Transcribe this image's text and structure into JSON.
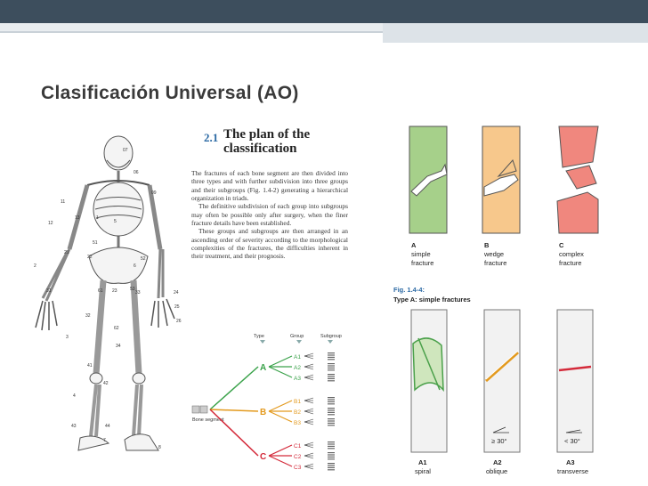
{
  "slide_title": "Clasificación Universal (AO)",
  "doc": {
    "section_number": "2.1",
    "section_title": "The plan of the classification",
    "paragraphs": [
      "The fractures of each bone segment are then divided into three types and with further subdivision into three groups and their subgroups (Fig. 1.4-2) generating a hierarchical organization in triads.",
      "The definitive subdivision of each group into subgroups may often be possible only after surgery, when the finer fracture details have been established.",
      "These groups and subgroups are then arranged in an ascending order of severity according to the morphological complexities of the fractures, the difficulties inherent in their treatment, and their prognosis."
    ]
  },
  "tree": {
    "headers": [
      "Type",
      "Group",
      "Subgroup"
    ],
    "root_label": "Bone segment",
    "types": [
      "A",
      "B",
      "C"
    ],
    "groups": [
      "A1",
      "A2",
      "A3",
      "B1",
      "B2",
      "B3",
      "C1",
      "C2",
      "C3"
    ],
    "colors": {
      "A": "#3aa24a",
      "B": "#e39a1e",
      "C": "#d42a3a"
    }
  },
  "skeleton_numbers": [
    "07",
    "06",
    "09",
    "1",
    "11",
    "12",
    "13",
    "2",
    "21",
    "22",
    "23",
    "24",
    "25",
    "26",
    "3",
    "31",
    "32",
    "33",
    "34",
    "4",
    "41",
    "42",
    "43",
    "44",
    "5",
    "51",
    "52",
    "53",
    "6",
    "61",
    "62",
    "7",
    "8"
  ],
  "fracture_types": [
    {
      "letter": "A",
      "line1": "simple",
      "line2": "fracture",
      "color": "#a6d08a"
    },
    {
      "letter": "B",
      "line1": "wedge",
      "line2": "fracture",
      "color": "#f7c88c"
    },
    {
      "letter": "C",
      "line1": "complex",
      "line2": "fracture",
      "color": "#f0877e"
    }
  ],
  "fig_caption": {
    "number": "Fig. 1.4-4:",
    "text": "Type A: simple fractures"
  },
  "simple_fractures": [
    {
      "code": "A1",
      "name": "spiral",
      "angle": ""
    },
    {
      "code": "A2",
      "name": "oblique",
      "angle": "≥ 30°"
    },
    {
      "code": "A3",
      "name": "transverse",
      "angle": "< 30°"
    }
  ]
}
